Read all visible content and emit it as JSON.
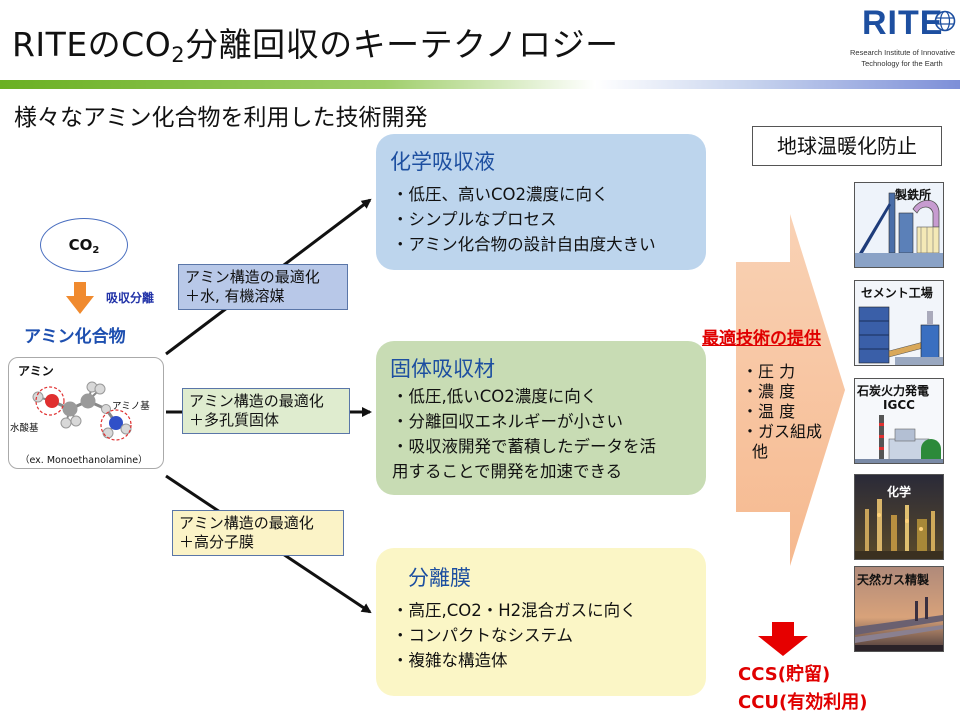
{
  "header": {
    "title_pre": "RITEのCO",
    "title_sub": "2",
    "title_post": "分離回収のキーテクノロジー",
    "logo_mark": "RITE",
    "logo_line1": "Research Institute of Innovative",
    "logo_line2": "Technology for the Earth",
    "subtitle": "様々なアミン化合物を利用した技術開発",
    "goal": "地球温暖化防止"
  },
  "left": {
    "co2_label": "CO",
    "co2_sub": "2",
    "absorb_label": "吸収分離",
    "amine_compound": "アミン化合物",
    "molecule_title": "アミン",
    "hydroxyl_label": "水酸基",
    "amino_label": "アミノ基",
    "molecule_caption": "（ex. Monoethanolamine）"
  },
  "conditions": [
    {
      "line1": "アミン構造の最適化",
      "line2": "＋水, 有機溶媒"
    },
    {
      "line1": "アミン構造の最適化",
      "line2": "＋多孔質固体"
    },
    {
      "line1": "アミン構造の最適化",
      "line2": "＋高分子膜"
    }
  ],
  "technologies": [
    {
      "title": "化学吸収液",
      "items": [
        "・低圧、高いCO2濃度に向く",
        "・シンプルなプロセス",
        "・アミン化合物の設計自由度大きい"
      ]
    },
    {
      "title": "固体吸収材",
      "items": [
        "・低圧,低いCO2濃度に向く",
        "・分離回収エネルギーが小さい",
        "・吸収液開発で蓄積したデータを活",
        "用することで開発を加速できる"
      ]
    },
    {
      "title": "分離膜",
      "items": [
        "・高圧,CO2・H2混合ガスに向く",
        "・コンパクトなシステム",
        "・複雑な構造体"
      ]
    }
  ],
  "right": {
    "best_tech": "最適技術の提供",
    "cond_items": [
      "・圧 力",
      "・濃 度",
      "・温 度",
      "・ガス組成",
      "他"
    ],
    "industries": [
      "製鉄所",
      "セメント工場",
      "石炭火力発電",
      "IGCC",
      "化学",
      "天然ガス精製"
    ],
    "ccs": "CCS(貯留)",
    "ccu": "CCU(有効利用)"
  },
  "colors": {
    "accent_blue": "#1d4fa0",
    "red": "#e00000",
    "tech1_bg": "#bdd5ed",
    "tech2_bg": "#c8dcb4",
    "tech3_bg": "#fbf6c6"
  }
}
